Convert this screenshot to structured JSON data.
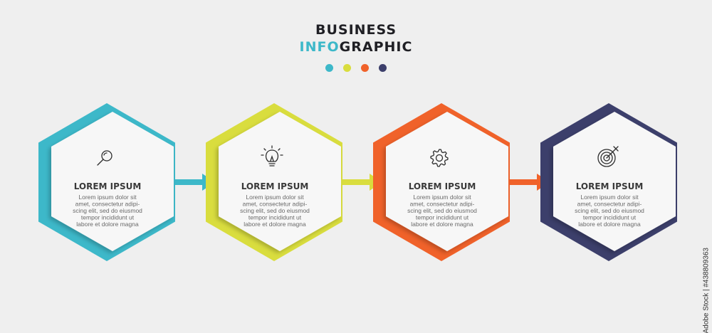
{
  "title": {
    "line1": "BUSINESS",
    "line2_accent": "INFO",
    "line2_rest": "GRAPHIC"
  },
  "palette": [
    "#3db8c9",
    "#d9dd3e",
    "#f0622a",
    "#3c3f6b"
  ],
  "steps": [
    {
      "icon": "magnifier-icon",
      "title": "LOREM IPSUM",
      "body": [
        "Lorem ipsum dolor sit",
        "amet, consectetur adipi-",
        "scing elit, sed do eiusmod",
        "tempor incididunt ut",
        "labore et dolore magna"
      ]
    },
    {
      "icon": "lightbulb-icon",
      "title": "LOREM IPSUM",
      "body": [
        "Lorem ipsum dolor sit",
        "amet, consectetur adipi-",
        "scing elit, sed do eiusmod",
        "tempor incididunt ut",
        "labore et dolore magna"
      ]
    },
    {
      "icon": "gear-icon",
      "title": "LOREM IPSUM",
      "body": [
        "Lorem ipsum dolor sit",
        "amet, consectetur adipi-",
        "scing elit, sed do eiusmod",
        "tempor incididunt ut",
        "labore et dolore magna"
      ]
    },
    {
      "icon": "target-icon",
      "title": "LOREM IPSUM",
      "body": [
        "Lorem ipsum dolor sit",
        "amet, consectetur adipi-",
        "scing elit, sed do eiusmod",
        "tempor incididunt ut",
        "labore et dolore magna"
      ]
    }
  ],
  "watermark": "Adobe Stock | #438809363"
}
